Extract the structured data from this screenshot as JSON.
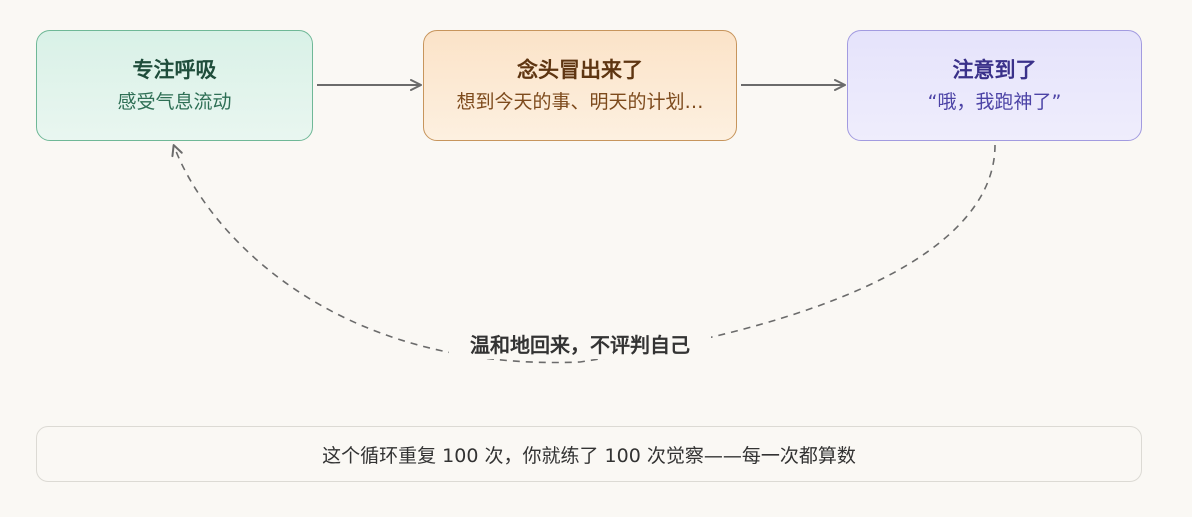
{
  "nodes": {
    "focus": {
      "title": "专注呼吸",
      "subtitle": "感受气息流动"
    },
    "thought": {
      "title": "念头冒出来了",
      "subtitle": "想到今天的事、明天的计划…"
    },
    "notice": {
      "title": "注意到了",
      "subtitle": "“哦，我跑神了”"
    }
  },
  "return_label": "温和地回来，不评判自己",
  "summary": "这个循环重复 100 次，你就练了 100 次觉察——每一次都算数",
  "colors": {
    "background": "#faf8f4",
    "focus_fill": "#e3f4ec",
    "thought_fill": "#fce9d3",
    "notice_fill": "#eae8fb",
    "arrow": "#6b6b6b"
  }
}
